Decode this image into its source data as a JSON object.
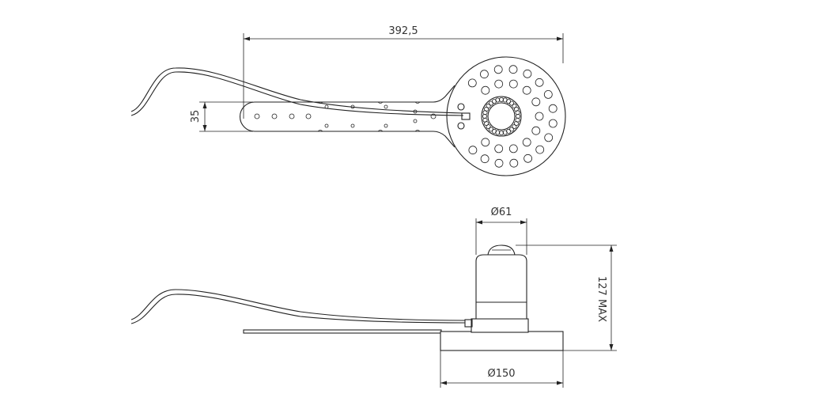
{
  "dimensions": {
    "total_length": "392,5",
    "strip_width": "35",
    "top_diameter": "Ø61",
    "base_diameter": "Ø150",
    "height": "127 MAX"
  }
}
